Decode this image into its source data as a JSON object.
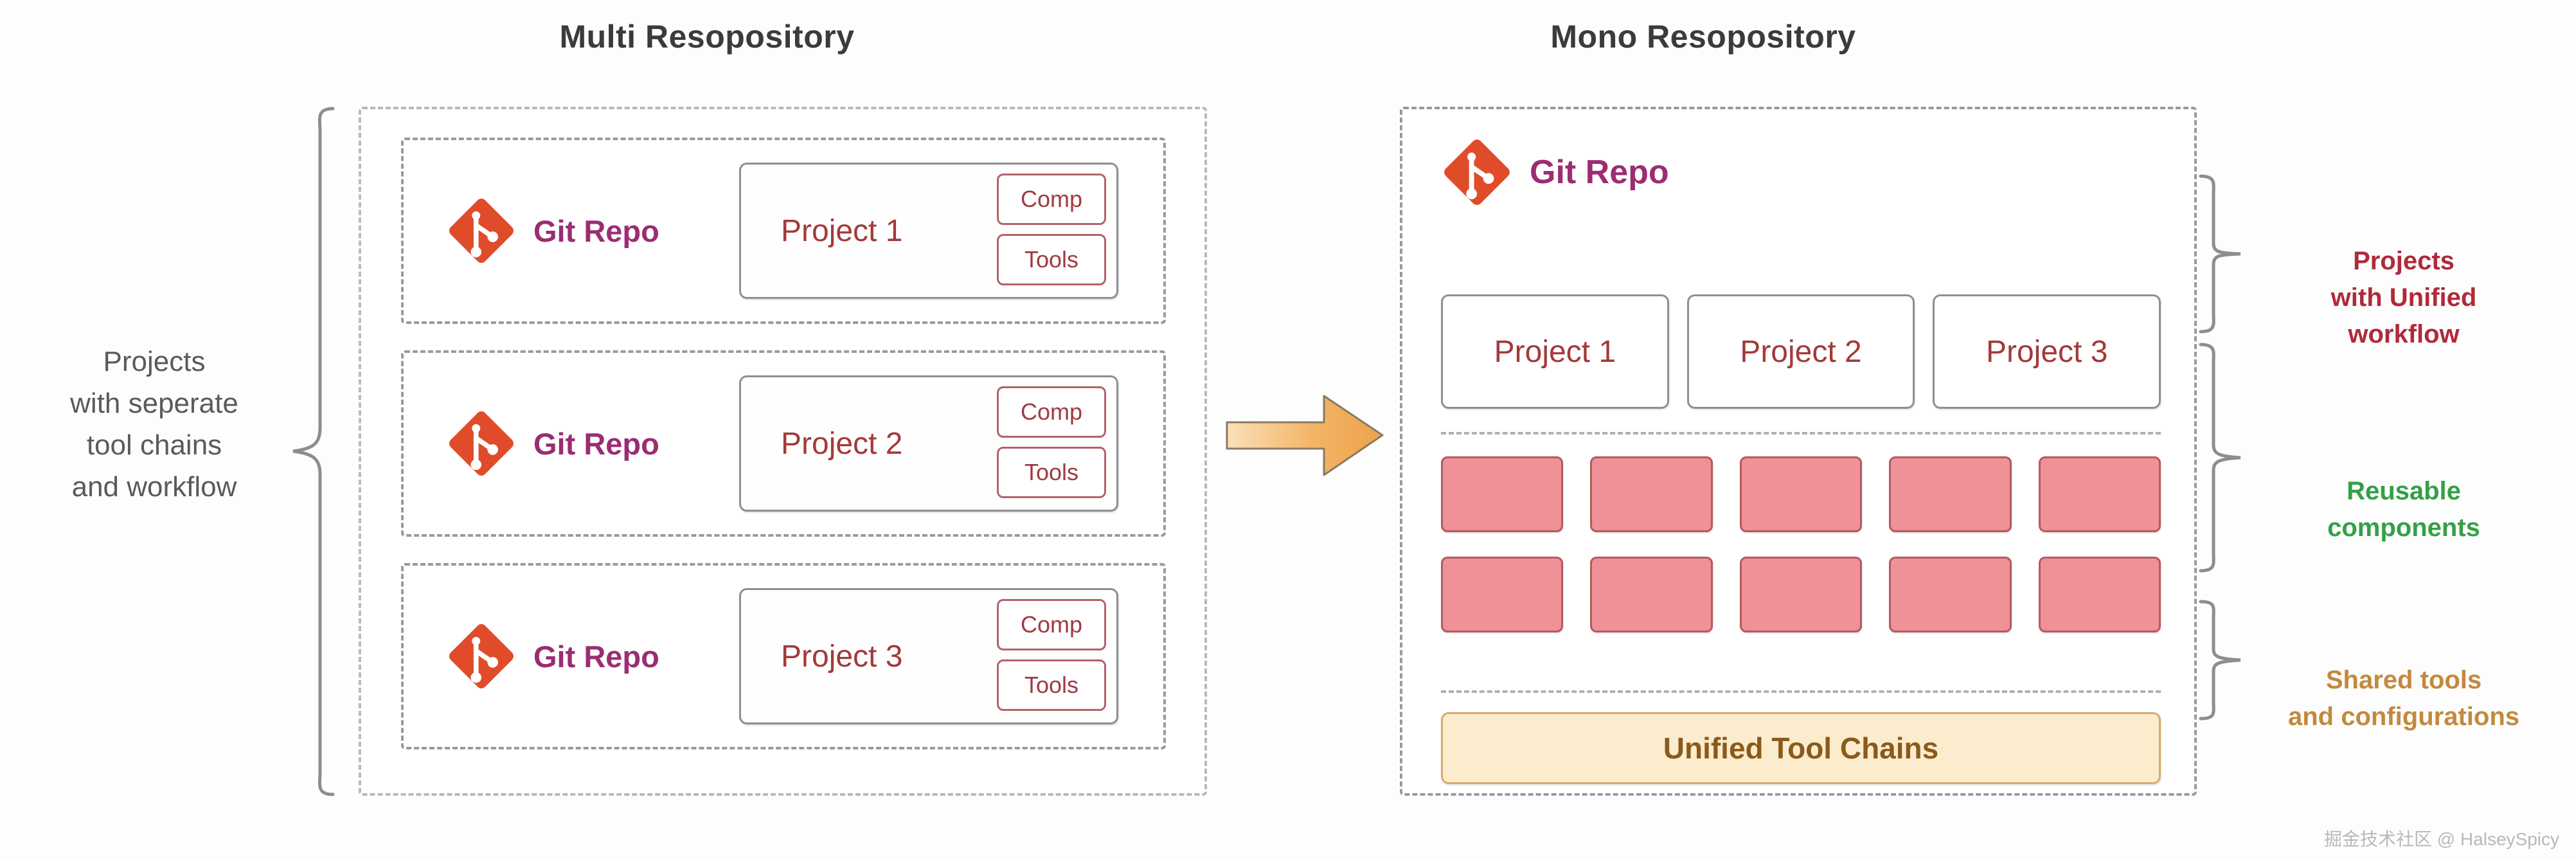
{
  "titles": {
    "multi": "Multi Resopository",
    "mono": "Mono Resopository"
  },
  "left_caption": "Projects\nwith seperate\ntool chains\nand workflow",
  "multi_repo": {
    "git_label": "Git Repo",
    "rows": [
      {
        "git_label": "Git Repo",
        "project": "Project 1",
        "chips": [
          "Comp",
          "Tools"
        ]
      },
      {
        "git_label": "Git Repo",
        "project": "Project 2",
        "chips": [
          "Comp",
          "Tools"
        ]
      },
      {
        "git_label": "Git Repo",
        "project": "Project 3",
        "chips": [
          "Comp",
          "Tools"
        ]
      }
    ]
  },
  "mono_repo": {
    "git_label": "Git Repo",
    "projects": [
      "Project 1",
      "Project 2",
      "Project 3"
    ],
    "components_count": 10,
    "toolchain_label": "Unified Tool Chains"
  },
  "annotations": {
    "projects": "Projects\nwith Unified\nworkflow",
    "components": "Reusable\ncomponents",
    "tools": "Shared tools\nand configurations"
  },
  "watermark": "掘金技术社区 @ HalseySpicy",
  "colors": {
    "git_orange": "#e04c2a",
    "git_label_purple": "#9b2d72",
    "project_red": "#a33a3a",
    "component_pink": "#ef9197",
    "component_border": "#b45a60",
    "toolchain_bg": "#fbeccd",
    "toolchain_text": "#8a5a1c",
    "note_projects": "#b02a3a",
    "note_components": "#34a046",
    "note_tools": "#c3893d",
    "arrow_orange": "#f0a752",
    "dashed_gray": "#9a9a9a"
  }
}
